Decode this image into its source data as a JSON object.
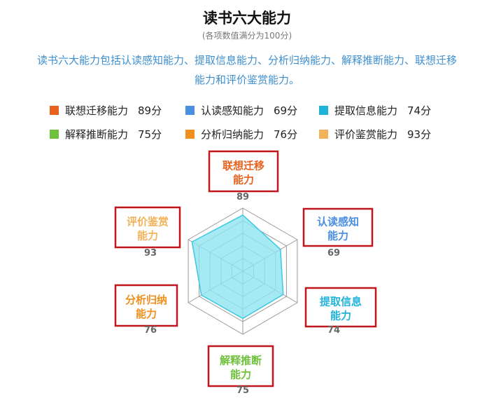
{
  "header": {
    "title": "读书六大能力",
    "subtitle": "(各项数值满分为100分)",
    "description_line1": "读书六大能力包括认读感知能力、提取信息能力、分析归纳能力、解释推断能力、联想迁移",
    "description_line2": "能力和评价鉴赏能力。"
  },
  "legend": [
    {
      "name": "联想迁移能力",
      "score": "89分",
      "color": "#e8621f"
    },
    {
      "name": "认读感知能力",
      "score": "69分",
      "color": "#4a8fe0"
    },
    {
      "name": "提取信息能力",
      "score": "74分",
      "color": "#1fb3dc"
    },
    {
      "name": "解释推断能力",
      "score": "75分",
      "color": "#6fc03c"
    },
    {
      "name": "分析归纳能力",
      "score": "76分",
      "color": "#f08f1c"
    },
    {
      "name": "评价鉴赏能力",
      "score": "93分",
      "color": "#f0b25a"
    }
  ],
  "chart_data": {
    "type": "radar",
    "title": "读书六大能力",
    "max": 100,
    "rings": 5,
    "categories": [
      "联想迁移能力",
      "认读感知能力",
      "提取信息能力",
      "解释推断能力",
      "分析归纳能力",
      "评价鉴赏能力"
    ],
    "category_lines": [
      [
        "联想迁移",
        "能力"
      ],
      [
        "认读感知",
        "能力"
      ],
      [
        "提取信息",
        "能力"
      ],
      [
        "解释推断",
        "能力"
      ],
      [
        "分析归纳",
        "能力"
      ],
      [
        "评价鉴赏",
        "能力"
      ]
    ],
    "values": [
      89,
      69,
      74,
      75,
      76,
      93
    ],
    "value_labels": [
      "89",
      "69",
      "74",
      "75",
      "76",
      "93"
    ],
    "category_colors": [
      "#e8621f",
      "#4a8fe0",
      "#1fb3dc",
      "#6fc03c",
      "#f08f1c",
      "#f0b25a"
    ],
    "fill_color": "#8ee3f0",
    "line_color": "#3cc8e0",
    "grid_color": "#999999",
    "highlight_box_color": "#c0161c"
  }
}
